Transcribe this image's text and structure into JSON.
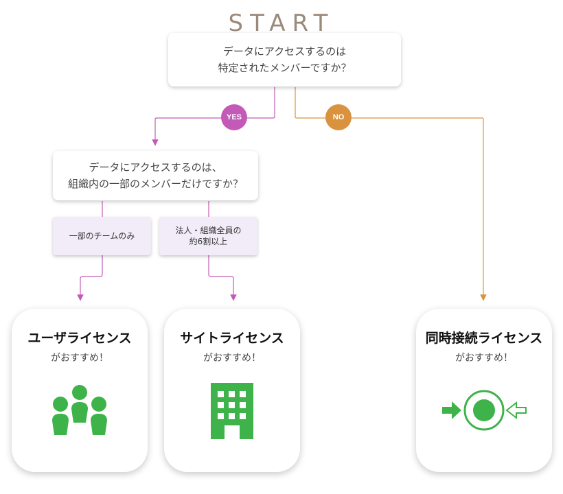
{
  "start_label": "START",
  "question1": {
    "line1": "データにアクセスするのは",
    "line2": "特定されたメンバーですか？"
  },
  "yes_label": "YES",
  "no_label": "NO",
  "question2": {
    "line1": "データにアクセスするのは、",
    "line2": "組織内の一部のメンバーだけですか？"
  },
  "answers": [
    {
      "line1": "一部のチームのみ"
    },
    {
      "line1": "法人・組織全員の",
      "line2": "約6割以上"
    }
  ],
  "cards": [
    {
      "title": "ユーザライセンス",
      "subtitle": "がおすすめ！",
      "icon": "users-icon"
    },
    {
      "title": "サイトライセンス",
      "subtitle": "がおすすめ！",
      "icon": "building-icon"
    },
    {
      "title": "同時接続ライセンス",
      "subtitle": "がおすすめ！",
      "icon": "concurrent-access-icon"
    }
  ],
  "colors": {
    "yes": "#c45ab8",
    "no": "#d9923e",
    "icon": "#3db34a",
    "start": "#9a8a7c"
  }
}
